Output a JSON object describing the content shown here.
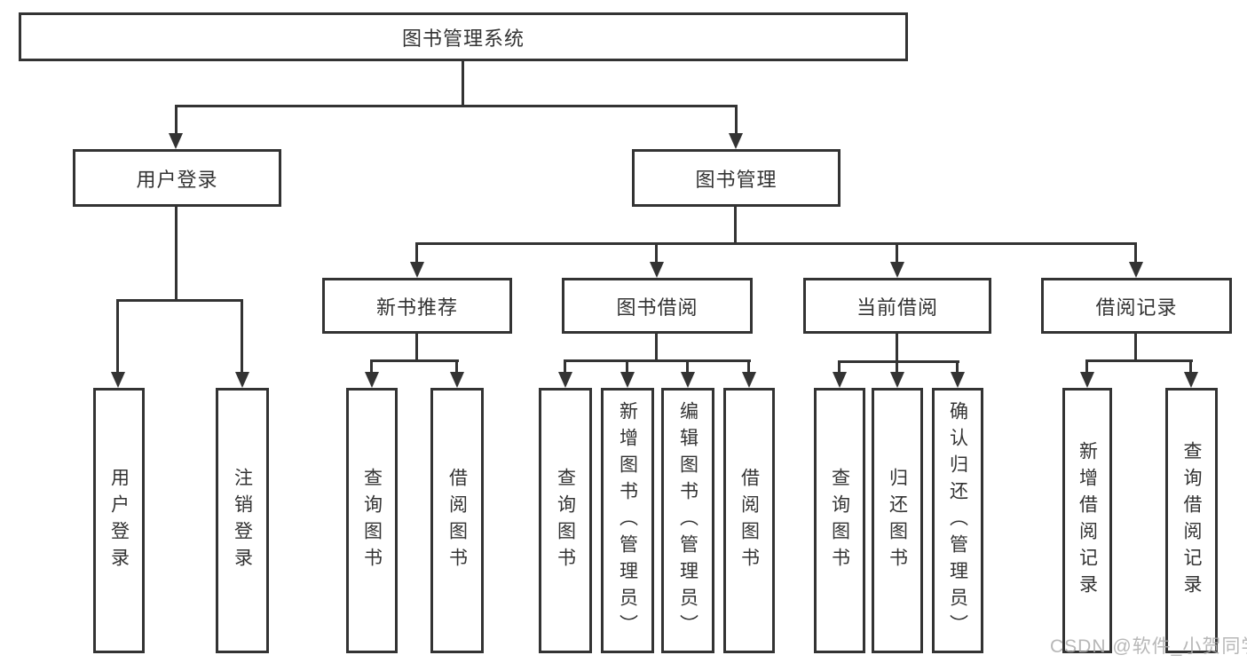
{
  "root": {
    "label": "图书管理系统"
  },
  "branches": [
    {
      "label": "用户登录",
      "children": [
        {
          "label": "用户登录"
        },
        {
          "label": "注销登录"
        }
      ]
    },
    {
      "label": "图书管理",
      "children": [
        {
          "label": "新书推荐",
          "children": [
            {
              "label": "查询图书"
            },
            {
              "label": "借阅图书"
            }
          ]
        },
        {
          "label": "图书借阅",
          "children": [
            {
              "label": "查询图书"
            },
            {
              "label": "新增图书（管理员）"
            },
            {
              "label": "编辑图书（管理员）"
            },
            {
              "label": "借阅图书"
            }
          ]
        },
        {
          "label": "当前借阅",
          "children": [
            {
              "label": "查询图书"
            },
            {
              "label": "归还图书"
            },
            {
              "label": "确认归还（管理员）"
            }
          ]
        },
        {
          "label": "借阅记录",
          "children": [
            {
              "label": "新增借阅记录"
            },
            {
              "label": "查询借阅记录"
            }
          ]
        }
      ]
    }
  ],
  "watermark": "CSDN @软件_小贺同学",
  "colors": {
    "line": "#333333",
    "text": "#333333",
    "watermark": "#ababab"
  }
}
